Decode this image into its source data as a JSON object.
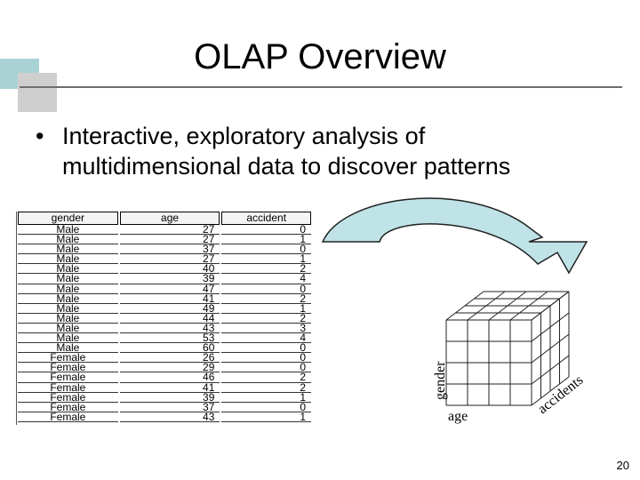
{
  "slide": {
    "title": "OLAP Overview",
    "bullet": "Interactive, exploratory analysis of multidimensional data to discover patterns",
    "bullet_marker": "•",
    "page_number": "20"
  },
  "table": {
    "headers": [
      "gender",
      "age",
      "accident"
    ],
    "rows": [
      [
        "Male",
        "27",
        "0"
      ],
      [
        "Male",
        "27",
        "1"
      ],
      [
        "Male",
        "37",
        "0"
      ],
      [
        "Male",
        "27",
        "1"
      ],
      [
        "Male",
        "40",
        "2"
      ],
      [
        "Male",
        "39",
        "4"
      ],
      [
        "Male",
        "47",
        "0"
      ],
      [
        "Male",
        "41",
        "2"
      ],
      [
        "Male",
        "49",
        "1"
      ],
      [
        "Male",
        "44",
        "2"
      ],
      [
        "Male",
        "43",
        "3"
      ],
      [
        "Male",
        "53",
        "4"
      ],
      [
        "Male",
        "60",
        "0"
      ],
      [
        "Female",
        "26",
        "0"
      ],
      [
        "Female",
        "29",
        "0"
      ],
      [
        "Female",
        "46",
        "2"
      ],
      [
        "Female",
        "41",
        "2"
      ],
      [
        "Female",
        "39",
        "1"
      ],
      [
        "Female",
        "37",
        "0"
      ],
      [
        "Female",
        "43",
        "1"
      ]
    ]
  },
  "cube": {
    "axis_gender": "gender",
    "axis_age": "age",
    "axis_accidents": "accidents"
  },
  "colors": {
    "arrow_fill": "#bfe3e6",
    "deco_teal": "#9fc9cb",
    "deco_gray": "#c9c9c9"
  }
}
